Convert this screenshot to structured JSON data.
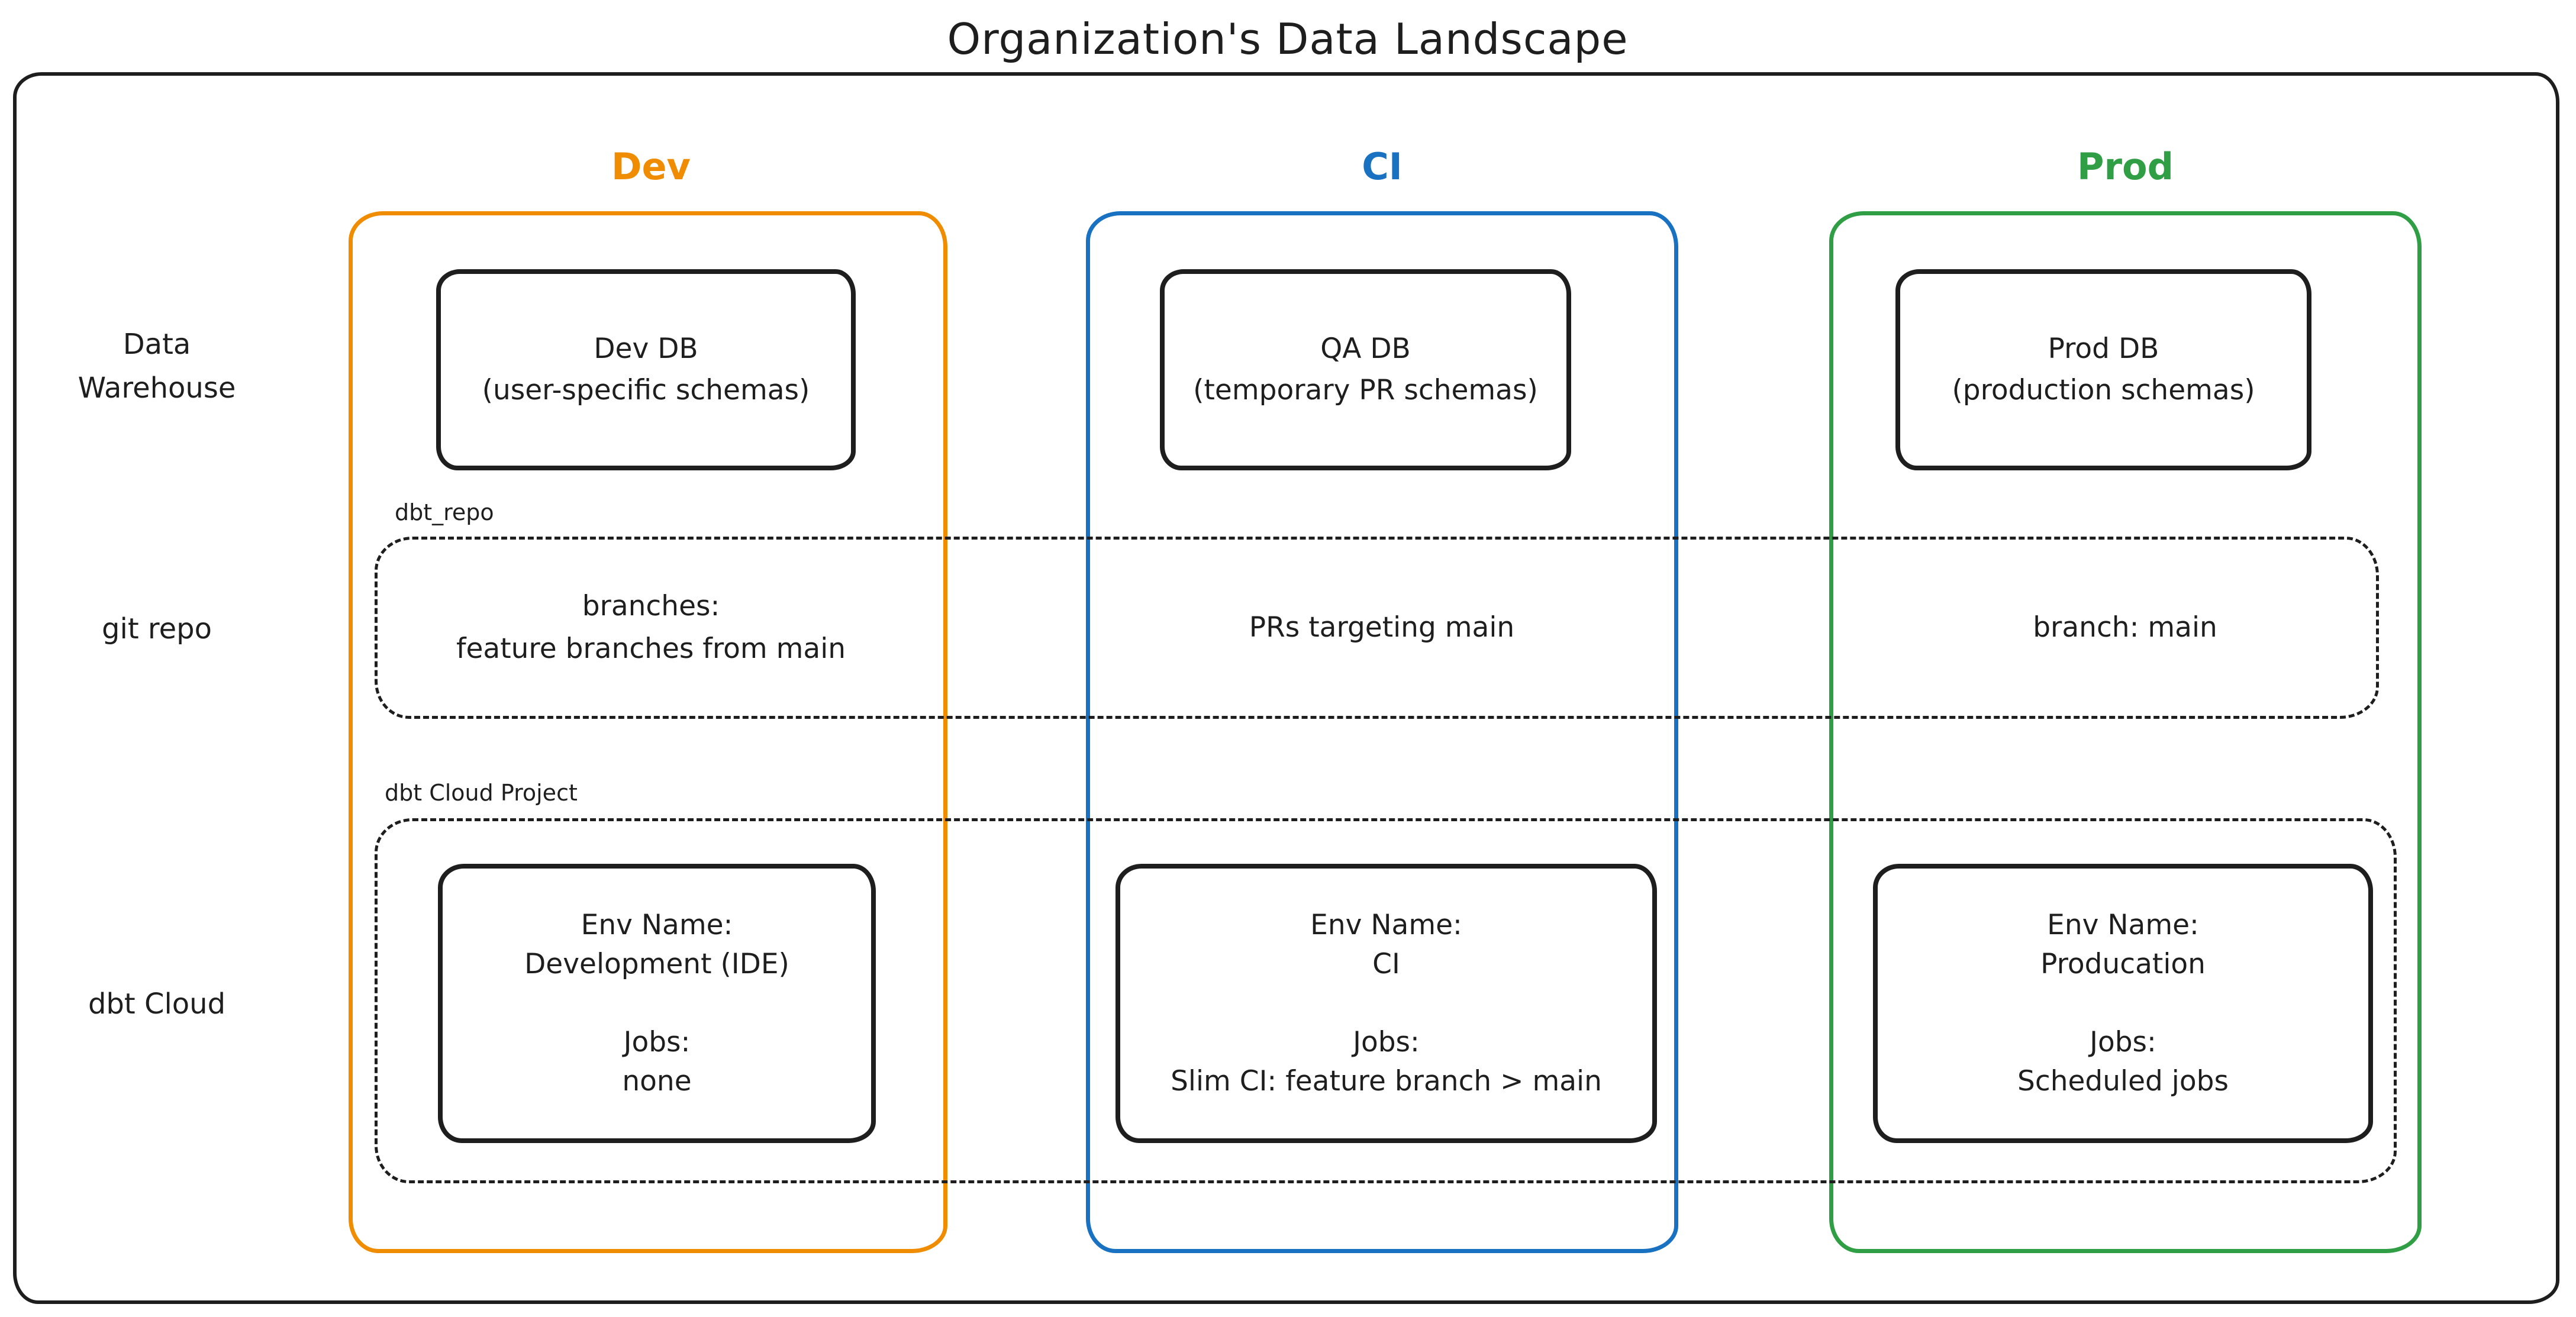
{
  "title": "Organization's Data Landscape",
  "colors": {
    "ink": "#1e1e1e",
    "dev": "#f08c00",
    "ci": "#1971c2",
    "prod": "#2f9e44"
  },
  "column_headers": {
    "dev": "Dev",
    "ci": "CI",
    "prod": "Prod"
  },
  "row_labels": {
    "data_warehouse": "Data\nWarehouse",
    "git_repo": "git repo",
    "dbt_cloud": "dbt Cloud"
  },
  "data_warehouse": {
    "dev_db": {
      "title": "Dev DB",
      "subtitle": "(user-specific schemas)"
    },
    "qa_db": {
      "title": "QA DB",
      "subtitle": "(temporary PR schemas)"
    },
    "prod_db": {
      "title": "Prod DB",
      "subtitle": "(production schemas)"
    }
  },
  "git_repo": {
    "container_label": "dbt_repo",
    "dev": "branches:\nfeature branches from main",
    "ci": "PRs targeting main",
    "prod": "branch: main"
  },
  "dbt_cloud": {
    "container_label": "dbt Cloud Project",
    "dev": {
      "env_label": "Env Name:",
      "env_name": "Development (IDE)",
      "jobs_label": "Jobs:",
      "jobs": "none"
    },
    "ci": {
      "env_label": "Env Name:",
      "env_name": "CI",
      "jobs_label": "Jobs:",
      "jobs": "Slim CI: feature branch > main"
    },
    "prod": {
      "env_label": "Env Name:",
      "env_name": "Producation",
      "jobs_label": "Jobs:",
      "jobs": "Scheduled jobs"
    }
  }
}
